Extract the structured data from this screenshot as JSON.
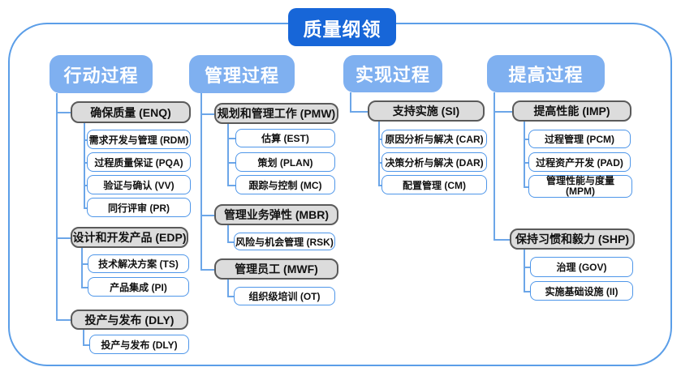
{
  "title": "质量纲领",
  "colors": {
    "title_bg": "#1766D8",
    "header_bg": "#7FB0F0",
    "level2_fill": "#DCDCDC",
    "level2_border": "#5A5A5A",
    "level3_border": "#4E96E9",
    "connector": "#6CA6E8",
    "frame_border": "#5B9EE8"
  },
  "columns": [
    {
      "header": "行动过程",
      "groups": [
        {
          "label": "确保质量 (ENQ)",
          "children": [
            "需求开发与管理 (RDM)",
            "过程质量保证 (PQA)",
            "验证与确认 (VV)",
            "同行评审 (PR)"
          ]
        },
        {
          "label": "设计和开发产品 (EDP)",
          "children": [
            "技术解决方案 (TS)",
            "产品集成 (PI)"
          ]
        },
        {
          "label": "投产与发布 (DLY)",
          "children": [
            "投产与发布 (DLY)"
          ]
        }
      ]
    },
    {
      "header": "管理过程",
      "groups": [
        {
          "label": "规划和管理工作 (PMW)",
          "children": [
            "估算 (EST)",
            "策划 (PLAN)",
            "跟踪与控制 (MC)"
          ]
        },
        {
          "label": "管理业务弹性 (MBR)",
          "children": [
            "风险与机会管理 (RSK)"
          ]
        },
        {
          "label": "管理员工 (MWF)",
          "children": [
            "组织级培训 (OT)"
          ]
        }
      ]
    },
    {
      "header": "实现过程",
      "groups": [
        {
          "label": "支持实施 (SI)",
          "children": [
            "原因分析与解决 (CAR)",
            "决策分析与解决 (DAR)",
            "配置管理 (CM)"
          ]
        }
      ]
    },
    {
      "header": "提高过程",
      "groups": [
        {
          "label": "提高性能 (IMP)",
          "children": [
            "过程管理 (PCM)",
            "过程资产开发 (PAD)",
            "管理性能与度量 (MPM)"
          ]
        },
        {
          "label": "保持习惯和毅力 (SHP)",
          "children": [
            "治理 (GOV)",
            "实施基础设施 (II)"
          ]
        }
      ]
    }
  ]
}
